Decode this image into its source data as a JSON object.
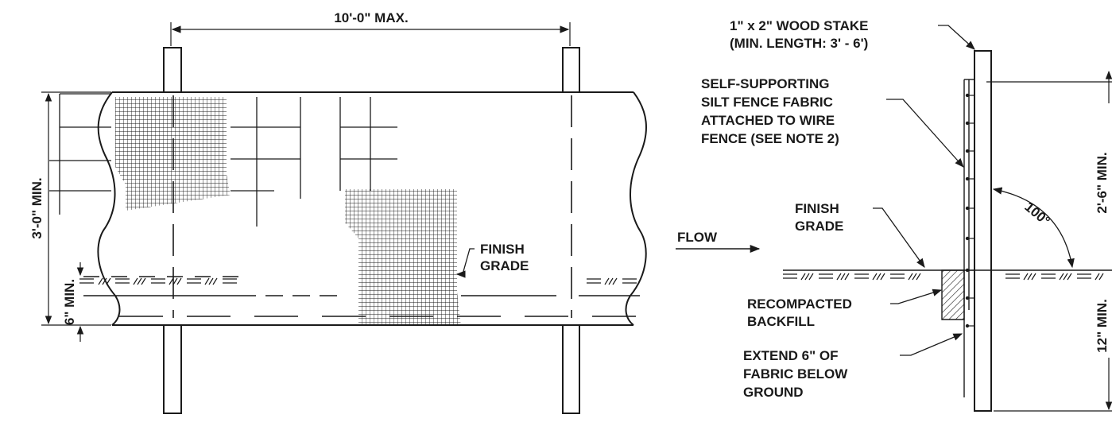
{
  "front_view": {
    "post_spacing_label": "10'-0\" MAX.",
    "fence_height_label": "3'-0\" MIN.",
    "embed_depth_label": "6\" MIN.",
    "finish_grade_label": [
      "FINISH",
      "GRADE"
    ]
  },
  "section_view": {
    "stake_label": [
      "1\" x 2\" WOOD STAKE",
      "(MIN. LENGTH: 3' - 6')"
    ],
    "fabric_label": [
      "SELF-SUPPORTING",
      "SILT FENCE FABRIC",
      "ATTACHED TO WIRE",
      "FENCE (SEE NOTE 2)"
    ],
    "finish_grade_label": [
      "FINISH",
      "GRADE"
    ],
    "flow_label": "FLOW",
    "backfill_label": [
      "RECOMPACTED",
      "BACKFILL"
    ],
    "extend_label": [
      "EXTEND 6\" OF",
      "FABRIC BELOW",
      "GROUND"
    ],
    "angle_label": "100°",
    "height_above_label": "2'-6\" MIN.",
    "depth_below_label": "12\" MIN."
  },
  "colors": {
    "ink": "#1a1a1a",
    "paper": "#ffffff"
  }
}
